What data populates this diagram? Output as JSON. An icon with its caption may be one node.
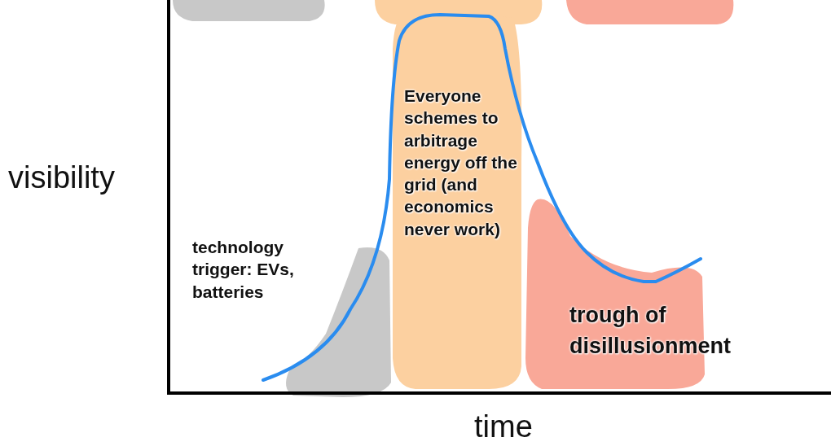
{
  "diagram": {
    "labels": [
      "visibility",
      "technology trigger: EVs, batteries",
      "Everyone schemes to arbitrage energy off the grid (and economics never work)",
      "trough of disillusionment",
      "time"
    ]
  }
}
